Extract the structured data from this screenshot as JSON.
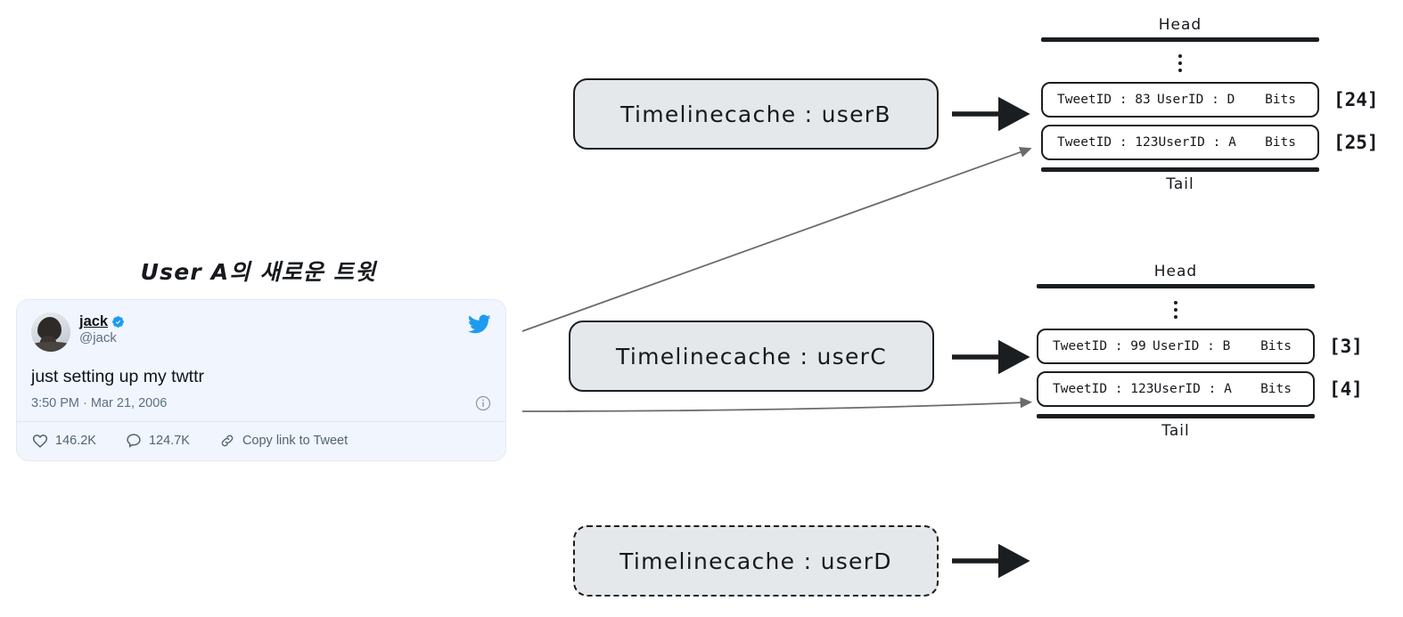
{
  "heading": {
    "new_tweet_label": "User A의 새로운 트윗"
  },
  "tweet_card": {
    "display_name": "jack",
    "handle": "@jack",
    "verified_icon": "verified-badge-icon",
    "brand_icon": "twitter-bird-icon",
    "text": "just setting up my twttr",
    "timestamp": "3:50 PM · Mar 21, 2006",
    "info_icon": "info-circle-icon",
    "actions": [
      {
        "icon": "heart-icon",
        "label": "146.2K"
      },
      {
        "icon": "comment-icon",
        "label": "124.7K"
      },
      {
        "icon": "link-icon",
        "label": "Copy link to Tweet"
      }
    ],
    "colors": {
      "card_background": "#f1f5fd",
      "brand_blue": "#1d9bf0",
      "muted_text": "#536471",
      "primary_text": "#0f1419"
    }
  },
  "cache_boxes": [
    {
      "id": "userB",
      "label": "Timelinecache : userB",
      "style": "solid"
    },
    {
      "id": "userC",
      "label": "Timelinecache : userC",
      "style": "solid"
    },
    {
      "id": "userD",
      "label": "Timelinecache : userD",
      "style": "dashed"
    }
  ],
  "lists": [
    {
      "id": "list-userB",
      "head_label": "Head",
      "tail_label": "Tail",
      "ellipsis": "vertical-ellipsis",
      "nodes": [
        {
          "tweetid": "TweetID : 83",
          "userid": "UserID : D",
          "bits": "Bits",
          "index": "[24]"
        },
        {
          "tweetid": "TweetID : 123",
          "userid": "UserID : A",
          "bits": "Bits",
          "index": "[25]"
        }
      ]
    },
    {
      "id": "list-userC",
      "head_label": "Head",
      "tail_label": "Tail",
      "ellipsis": "vertical-ellipsis",
      "nodes": [
        {
          "tweetid": "TweetID : 99",
          "userid": "UserID : B",
          "bits": "Bits",
          "index": "[3]"
        },
        {
          "tweetid": "TweetID : 123",
          "userid": "UserID : A",
          "bits": "Bits",
          "index": "[4]"
        }
      ]
    }
  ],
  "colors": {
    "box_fill": "#e4e8eb",
    "ink": "#1b1e21",
    "thin_arrow": "#6b6b6b"
  }
}
